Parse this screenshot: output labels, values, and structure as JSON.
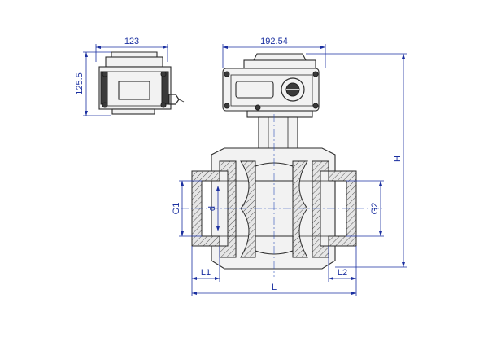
{
  "dimensions": {
    "side_width": "123",
    "side_height": "125.5",
    "actuator_width": "192.54",
    "height": "H",
    "gland1": "G1",
    "bore": "d",
    "gland2": "G2",
    "length_l1": "L1",
    "length_l2": "L2",
    "length_total": "L"
  },
  "colors": {
    "dimension": "#1a2fa0",
    "outline": "#2b2b2b",
    "hatch": "#555555"
  }
}
